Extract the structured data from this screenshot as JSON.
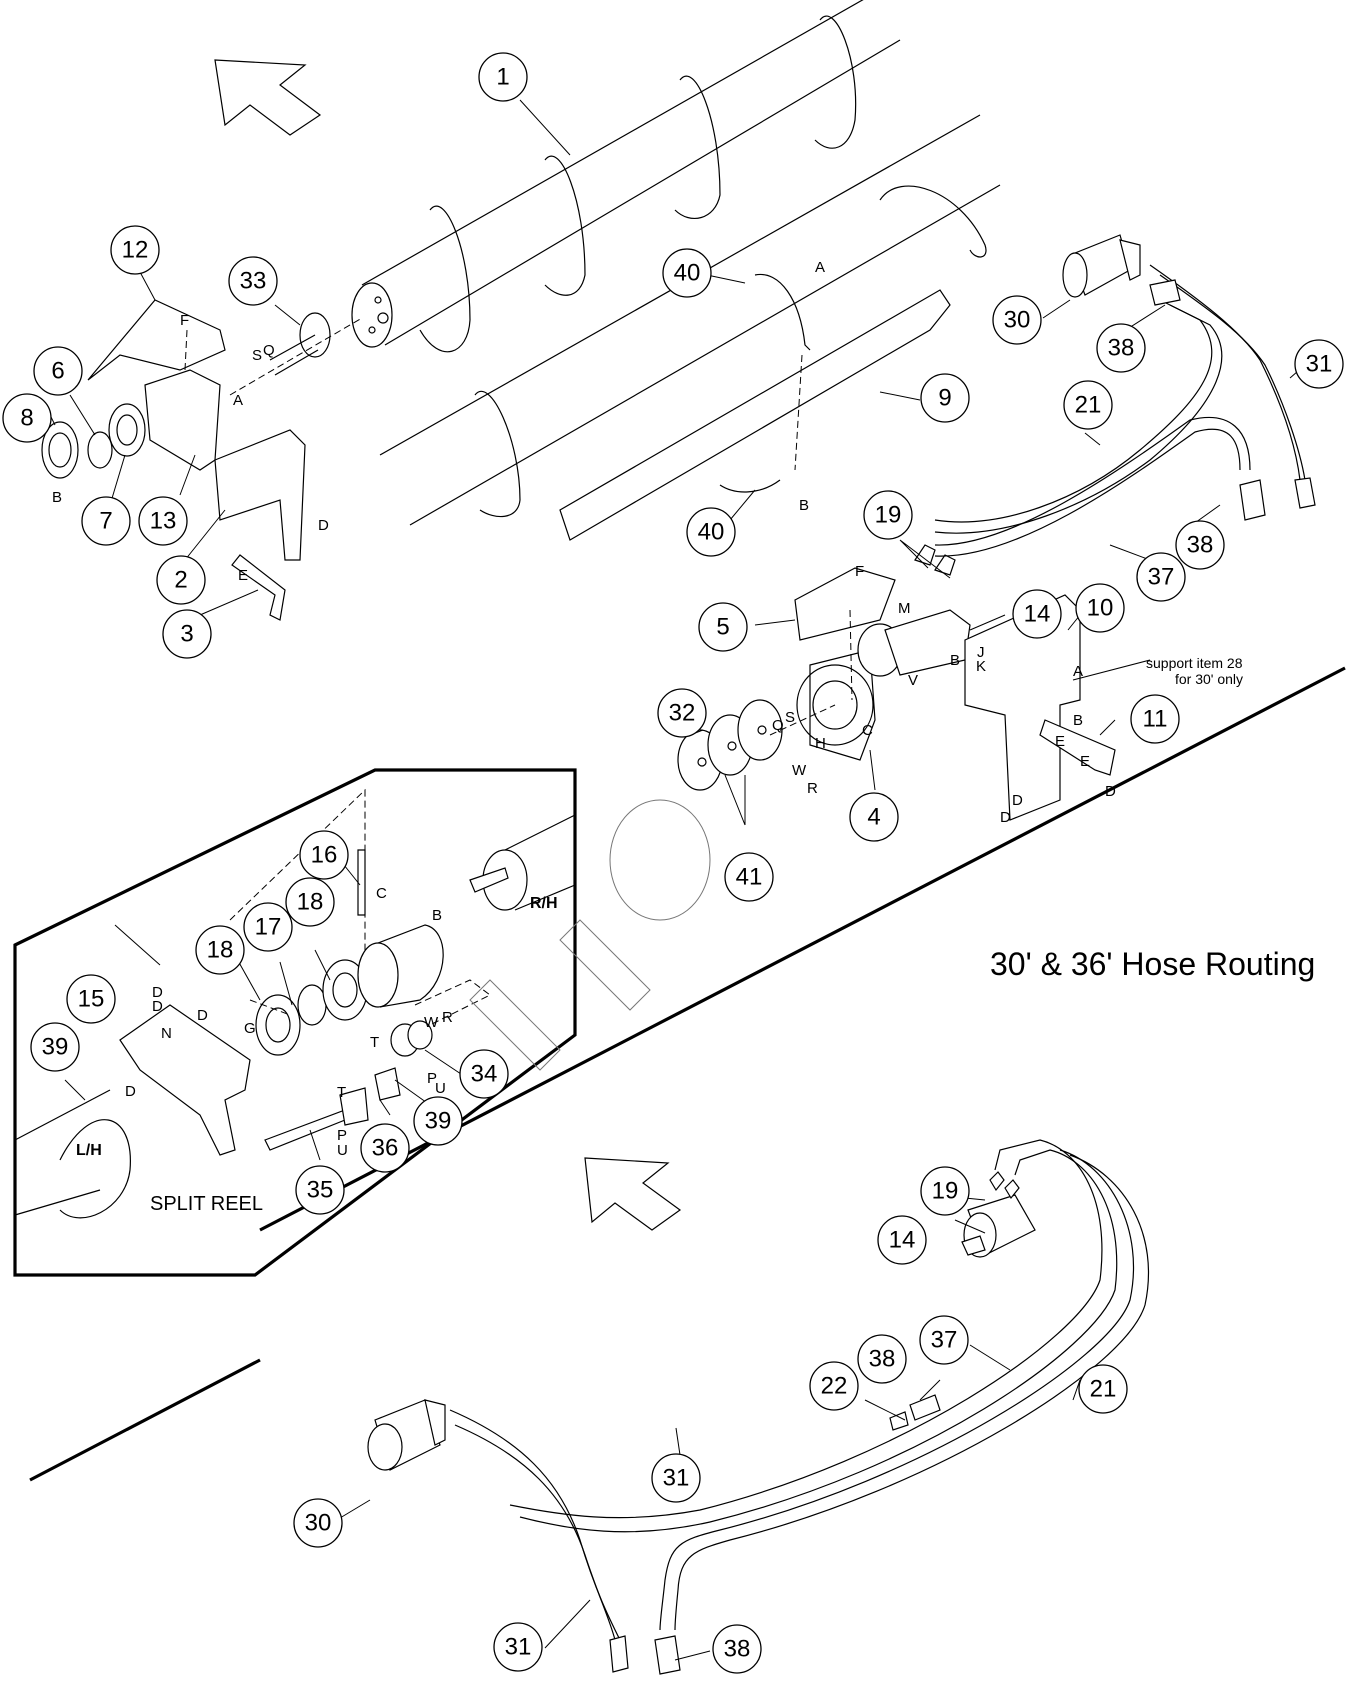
{
  "diagram": {
    "title": "30' & 36' Hose Routing",
    "inset_title": "SPLIT REEL",
    "side_labels": {
      "right_hand": "R/H",
      "left_hand": "L/H"
    },
    "note": {
      "line1": "support item 28",
      "line2": "for 30' only"
    },
    "icons": {
      "direction_arrow_top": "direction-arrow-icon",
      "direction_arrow_bottom": "direction-arrow-icon"
    },
    "callouts": [
      {
        "id": "c1",
        "label": "1"
      },
      {
        "id": "c12",
        "label": "12"
      },
      {
        "id": "c33",
        "label": "33"
      },
      {
        "id": "c6",
        "label": "6"
      },
      {
        "id": "c8",
        "label": "8"
      },
      {
        "id": "c7",
        "label": "7"
      },
      {
        "id": "c13",
        "label": "13"
      },
      {
        "id": "c2",
        "label": "2"
      },
      {
        "id": "c3",
        "label": "3"
      },
      {
        "id": "c40a",
        "label": "40"
      },
      {
        "id": "c40b",
        "label": "40"
      },
      {
        "id": "c9",
        "label": "9"
      },
      {
        "id": "c30a",
        "label": "30"
      },
      {
        "id": "c38a",
        "label": "38"
      },
      {
        "id": "c31a",
        "label": "31"
      },
      {
        "id": "c21a",
        "label": "21"
      },
      {
        "id": "c38b",
        "label": "38"
      },
      {
        "id": "c37a",
        "label": "37"
      },
      {
        "id": "c19a",
        "label": "19"
      },
      {
        "id": "c5",
        "label": "5"
      },
      {
        "id": "c14a",
        "label": "14"
      },
      {
        "id": "c10",
        "label": "10"
      },
      {
        "id": "c11",
        "label": "11"
      },
      {
        "id": "c32",
        "label": "32"
      },
      {
        "id": "c4",
        "label": "4"
      },
      {
        "id": "c41",
        "label": "41"
      },
      {
        "id": "c16",
        "label": "16"
      },
      {
        "id": "c18a",
        "label": "18"
      },
      {
        "id": "c17",
        "label": "17"
      },
      {
        "id": "c18b",
        "label": "18"
      },
      {
        "id": "c15",
        "label": "15"
      },
      {
        "id": "c39a",
        "label": "39"
      },
      {
        "id": "c34",
        "label": "34"
      },
      {
        "id": "c39b",
        "label": "39"
      },
      {
        "id": "c36",
        "label": "36"
      },
      {
        "id": "c35",
        "label": "35"
      },
      {
        "id": "c19b",
        "label": "19"
      },
      {
        "id": "c14b",
        "label": "14"
      },
      {
        "id": "c37b",
        "label": "37"
      },
      {
        "id": "c38c",
        "label": "38"
      },
      {
        "id": "c22",
        "label": "22"
      },
      {
        "id": "c21b",
        "label": "21"
      },
      {
        "id": "c31b",
        "label": "31"
      },
      {
        "id": "c30b",
        "label": "30"
      },
      {
        "id": "c31c",
        "label": "31"
      },
      {
        "id": "c38d",
        "label": "38"
      }
    ],
    "reference_letters": [
      "F",
      "S",
      "Q",
      "A",
      "B",
      "D",
      "E",
      "A",
      "B",
      "F",
      "M",
      "J",
      "K",
      "B",
      "V",
      "A",
      "B",
      "E",
      "E",
      "D",
      "D",
      "D",
      "Q",
      "S",
      "C",
      "H",
      "W",
      "R",
      "C",
      "B",
      "D",
      "D",
      "D",
      "N",
      "D",
      "G",
      "T",
      "W",
      "R",
      "P",
      "U",
      "T",
      "P",
      "U"
    ]
  }
}
